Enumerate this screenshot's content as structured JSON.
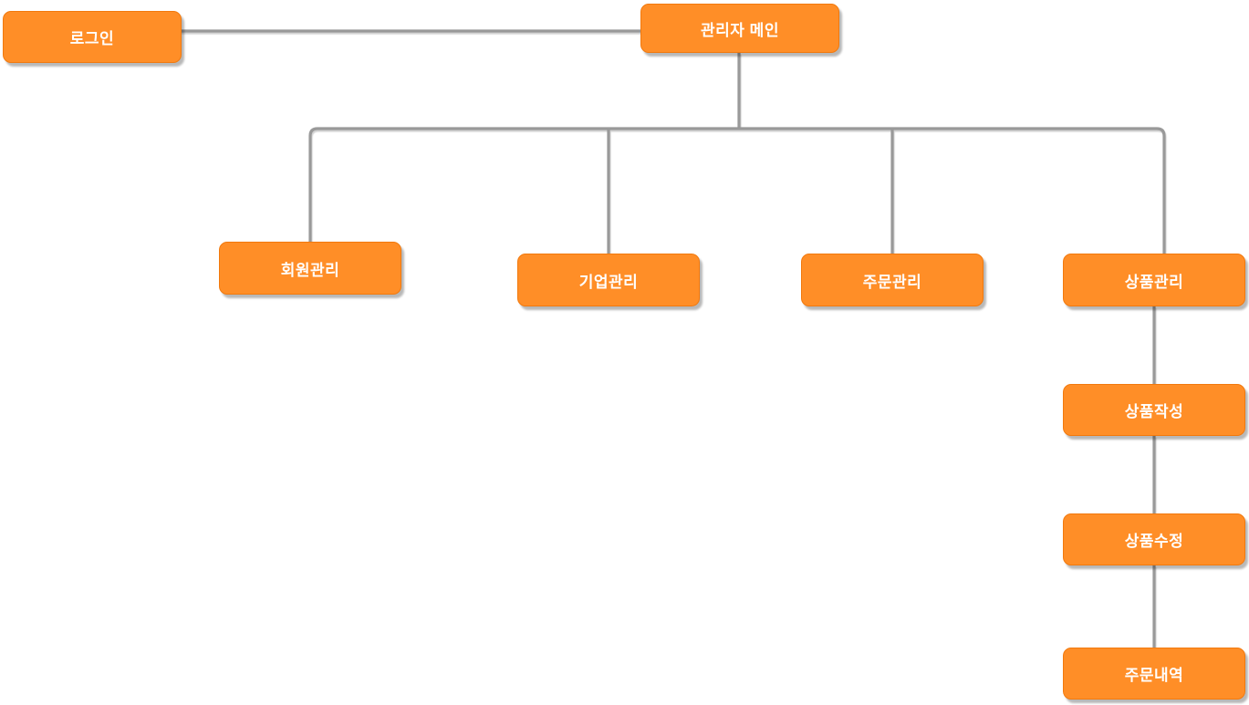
{
  "colors": {
    "node_fill": "#FF8E27",
    "node_border": "#F2790D",
    "node_text": "#FFFFFF",
    "connector": "#999999",
    "canvas_bg": "#FFFFFF"
  },
  "nodes": {
    "login": {
      "label": "로그인"
    },
    "admin_main": {
      "label": "관리자 메인"
    },
    "member_mgmt": {
      "label": "회원관리"
    },
    "company_mgmt": {
      "label": "기업관리"
    },
    "order_mgmt": {
      "label": "주문관리"
    },
    "product_mgmt": {
      "label": "상품관리"
    },
    "product_create": {
      "label": "상품작성"
    },
    "product_edit": {
      "label": "상품수정"
    },
    "order_history": {
      "label": "주문내역"
    }
  },
  "edges": [
    {
      "from": "login",
      "to": "admin_main"
    },
    {
      "from": "admin_main",
      "to": "member_mgmt"
    },
    {
      "from": "admin_main",
      "to": "company_mgmt"
    },
    {
      "from": "admin_main",
      "to": "order_mgmt"
    },
    {
      "from": "admin_main",
      "to": "product_mgmt"
    },
    {
      "from": "product_mgmt",
      "to": "product_create"
    },
    {
      "from": "product_create",
      "to": "product_edit"
    },
    {
      "from": "product_edit",
      "to": "order_history"
    }
  ]
}
